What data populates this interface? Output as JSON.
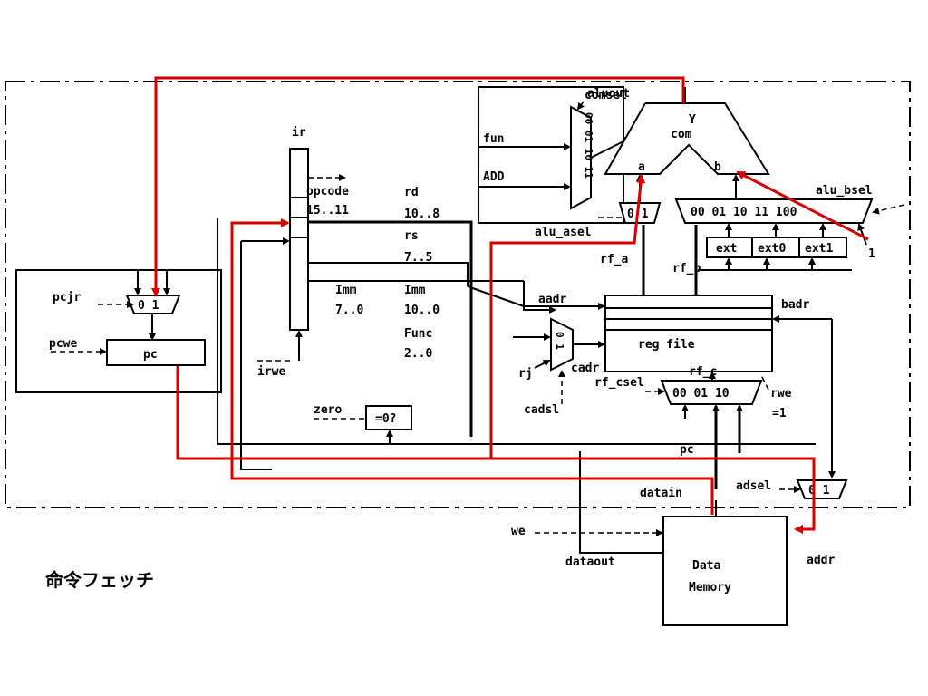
{
  "caption": "命令フェッチ",
  "labels": {
    "aluout": "aluout",
    "ir": "ir",
    "opcode": "opcode",
    "opcode_bits": "15..11",
    "rd": "rd",
    "rd_bits": "10..8",
    "rs": "rs",
    "rs_bits": "7..5",
    "imm": "Imm",
    "imm_bits": "7..0",
    "imm2": "Imm",
    "imm2_bits": "10..0",
    "func": "Func",
    "func_bits": "2..0",
    "irwe": "irwe",
    "pcjr": "pcjr",
    "pcwe": "pcwe",
    "pc": "pc",
    "zero": "zero",
    "zero_box": "=0?",
    "fun": "fun",
    "add": "ADD",
    "comsel": "comsel",
    "mux4_in": "00 01 10 11",
    "alu_y": "Y",
    "alu_com": "com",
    "alu_a": "a",
    "alu_b": "b",
    "alu_asel": "alu_asel",
    "alu_bsel": "alu_bsel",
    "mux01": "0 1",
    "bmux": "00 01 10 11 100",
    "ext": "ext",
    "ext0": "ext0",
    "ext1": "ext1",
    "one": "1",
    "rf_a": "rf_a",
    "rf_b": "rf_b",
    "aadr": "aadr",
    "badr": "badr",
    "cadr": "cadr",
    "reg_file": "reg file",
    "rj": "rj",
    "cadsl": "cadsl",
    "rf_c": "rf_c",
    "rf_csel": "rf_csel",
    "csel_in": "00 01 10",
    "rwe": "rwe",
    "rwe_val": "=1",
    "pc_bus": "pc",
    "datain": "datain",
    "adsel": "adsel",
    "we": "we",
    "dataout": "dataout",
    "addr": "addr",
    "mem1": "Data",
    "mem2": "Memory"
  }
}
